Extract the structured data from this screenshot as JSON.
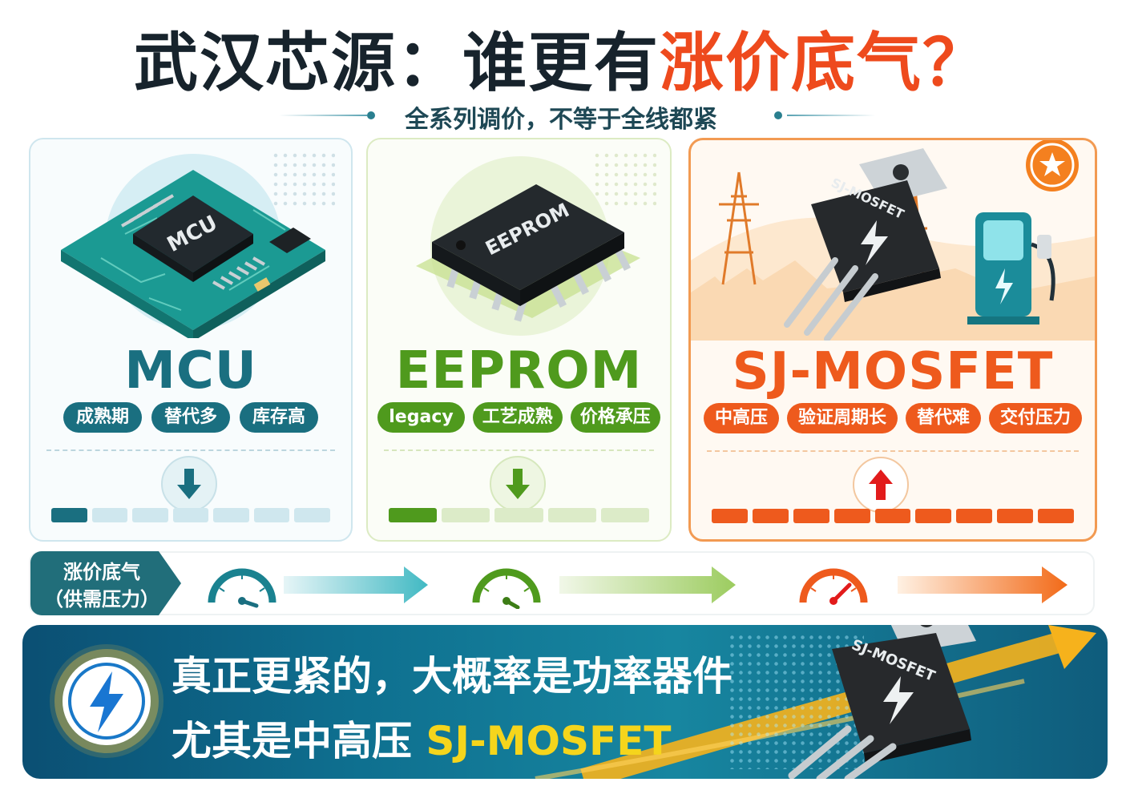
{
  "title": {
    "part_dark": "武汉芯源：谁更有",
    "part_hot": "涨价底气？"
  },
  "subtitle": "全系列调价，不等于全线都紧",
  "cards": [
    {
      "chip_marking": "MCU",
      "name": "MCU",
      "tags": [
        "成熟期",
        "替代多",
        "库存高"
      ],
      "trend": "down",
      "pressure_level": 1,
      "pressure_total": 7,
      "color": "#1a6f80"
    },
    {
      "chip_marking": "EEPROM",
      "name": "EEPROM",
      "tags": [
        "legacy",
        "工艺成熟",
        "价格承压"
      ],
      "trend": "down",
      "pressure_level": 1,
      "pressure_total": 5,
      "color": "#4f9a1d"
    },
    {
      "chip_marking": "SJ-MOSFET",
      "name": "SJ-MOSFET",
      "tags": [
        "中高压",
        "验证周期长",
        "替代难",
        "交付压力"
      ],
      "trend": "up",
      "pressure_level": 9,
      "pressure_total": 9,
      "color": "#ee5a1d"
    }
  ],
  "band": {
    "label_line1": "涨价底气",
    "label_line2": "（供需压力）"
  },
  "banner": {
    "line1": "真正更紧的，大概率是功率器件",
    "line2_prefix": "尤其是中高压 ",
    "line2_highlight": "SJ-MOSFET",
    "chip_marking": "SJ-MOSFET"
  },
  "colors": {
    "mcu": "#1a6f80",
    "eeprom": "#4f9a1d",
    "sj": "#ee5a1d",
    "title_dark": "#17232c",
    "title_hot": "#ee4a1d",
    "highlight": "#f5d51c"
  },
  "icons": [
    "star-icon",
    "lightning-icon",
    "arrow-down-icon",
    "arrow-up-icon",
    "gauge-icon",
    "power-tower-icon",
    "ev-charger-icon"
  ]
}
